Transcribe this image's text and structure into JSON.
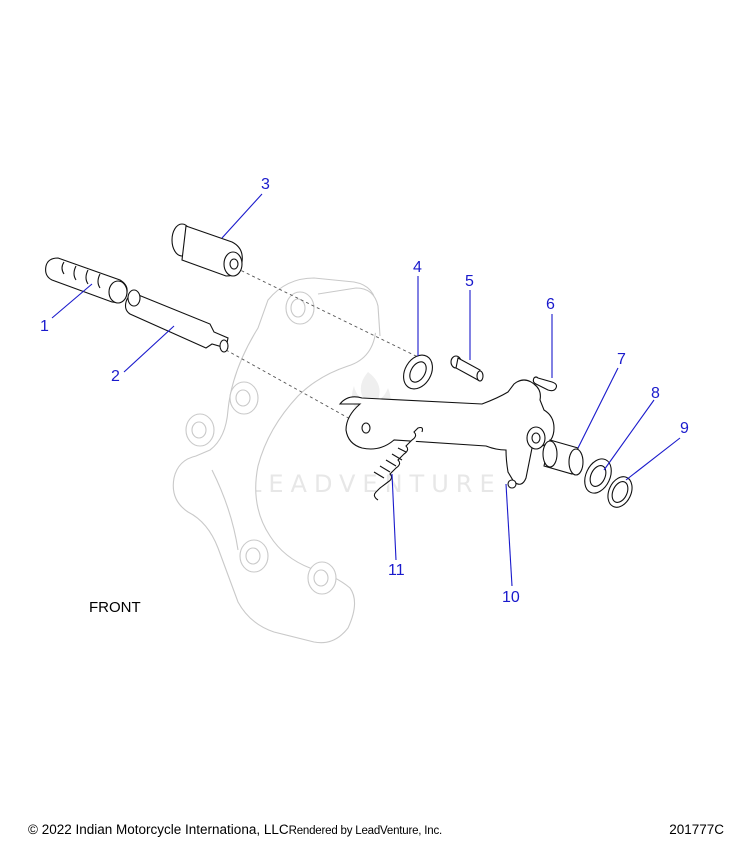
{
  "callouts": [
    "1",
    "2",
    "3",
    "4",
    "5",
    "6",
    "7",
    "8",
    "9",
    "10",
    "11"
  ],
  "front_label": "FRONT",
  "watermark": "LEADVENTURE",
  "footer": {
    "copyright": "© 2022 Indian Motorcycle Internationa, LLC",
    "rendered_by": "Rendered by LeadVenture, Inc.",
    "diagram_id": "201777C"
  },
  "colors": {
    "callout": "#1a1acc",
    "ghost_part": "#c9c9c9",
    "part": "#111111"
  }
}
